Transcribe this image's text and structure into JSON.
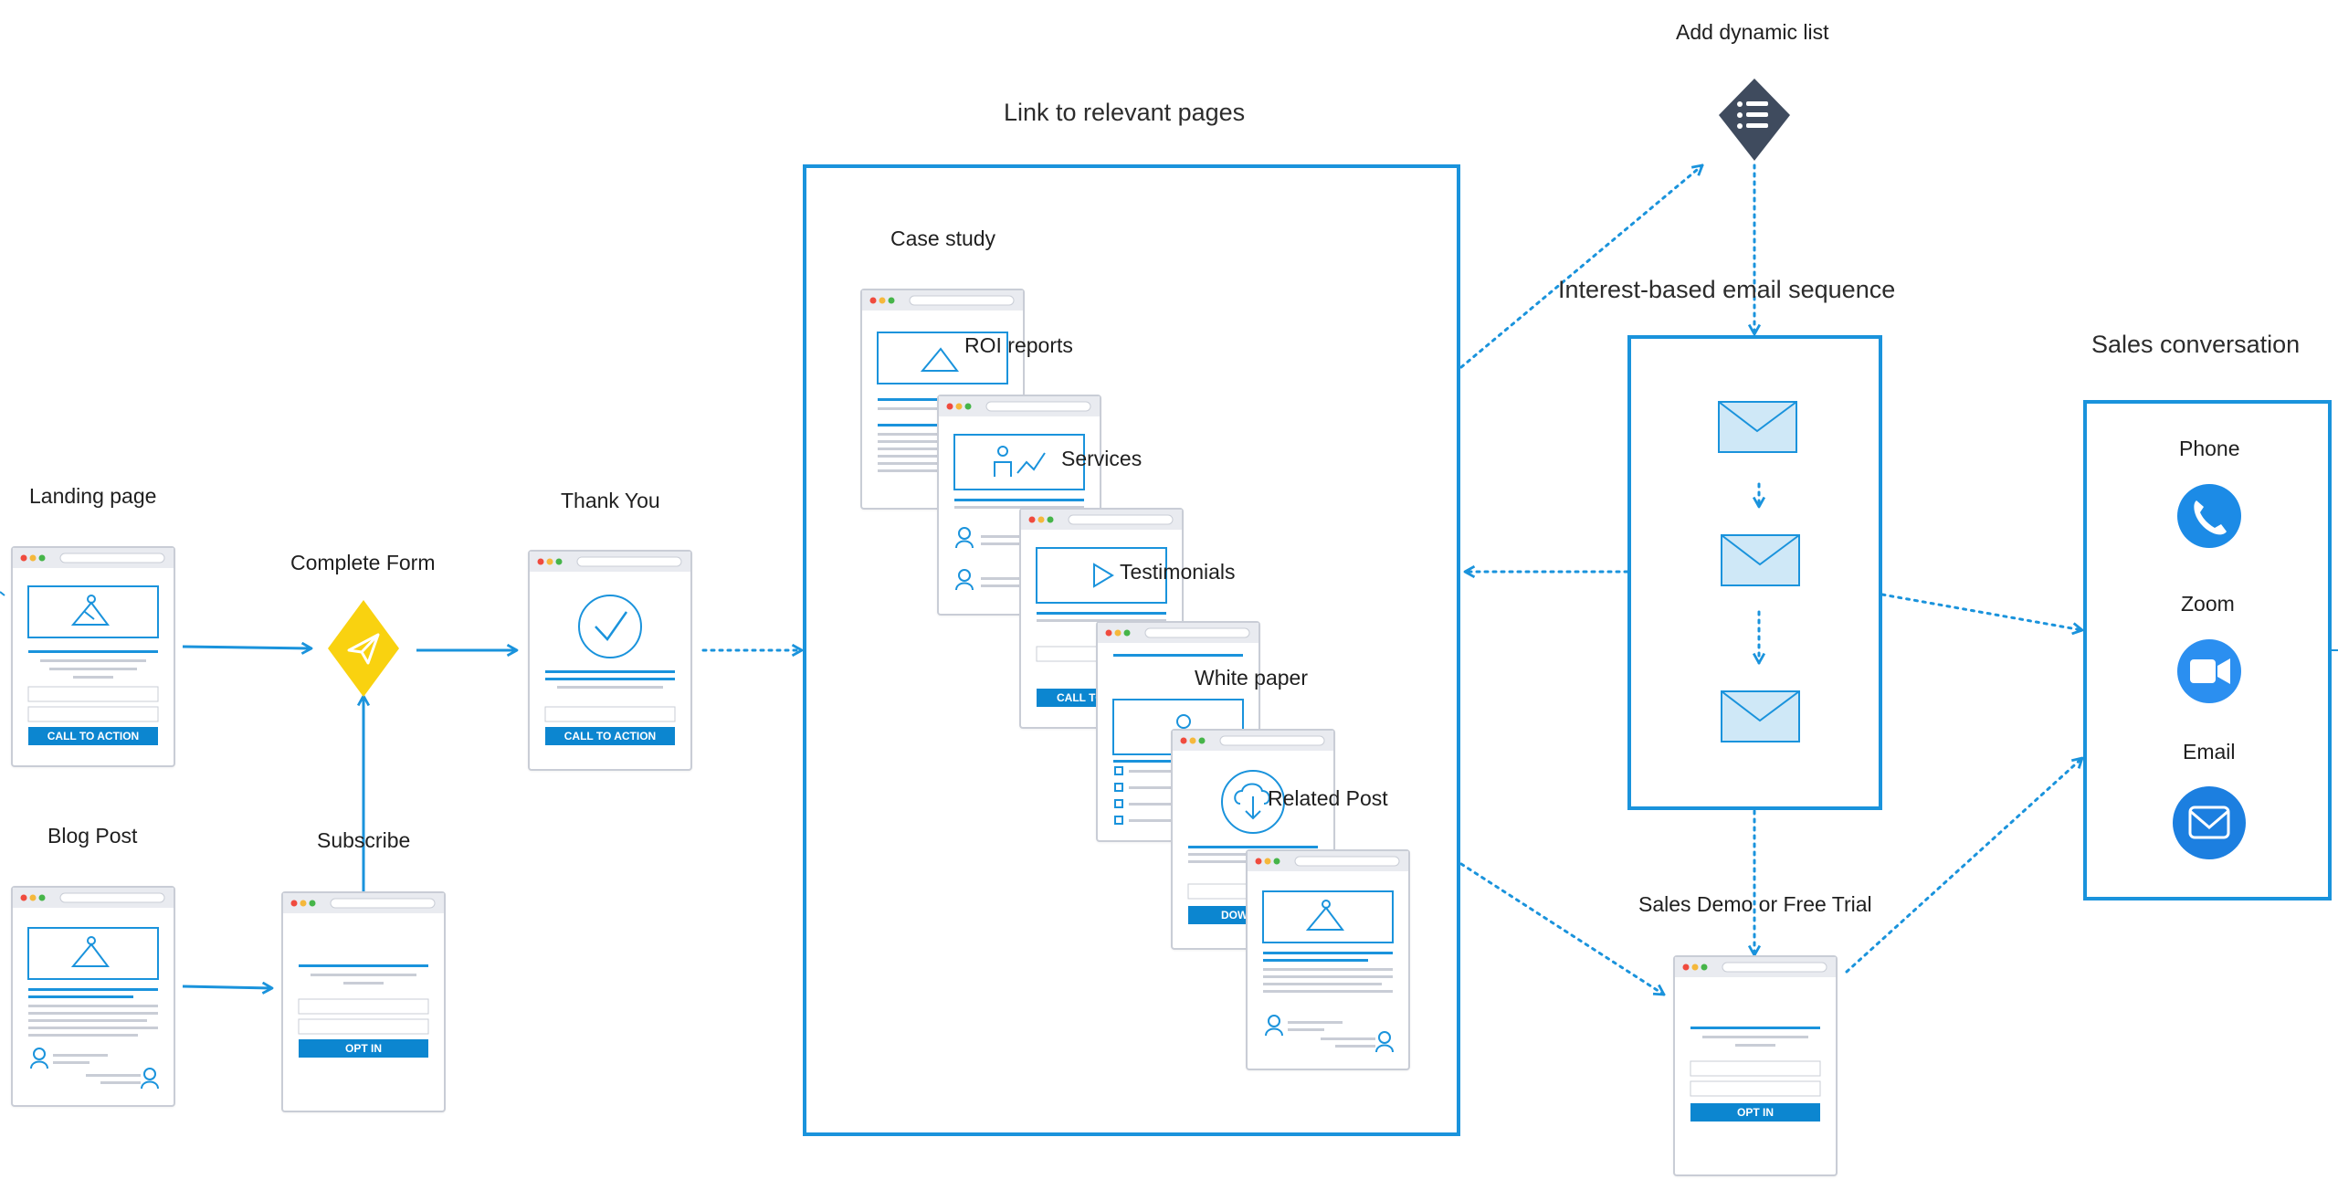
{
  "labels": {
    "add_dynamic_list": "Add dynamic list",
    "link_relevant": "Link to relevant pages",
    "interest_email": "Interest-based email sequence",
    "sales_conversation": "Sales conversation",
    "landing_page": "Landing page",
    "complete_form": "Complete Form",
    "thank_you": "Thank You",
    "blog_post": "Blog Post",
    "subscribe": "Subscribe",
    "case_study": "Case study",
    "roi_reports": "ROI reports",
    "services": "Services",
    "testimonials": "Testimonials",
    "white_paper": "White paper",
    "related_post": "Related Post",
    "sales_demo": "Sales Demo or Free Trial",
    "phone": "Phone",
    "zoom": "Zoom",
    "email": "Email"
  },
  "buttons": {
    "call_to_action": "CALL TO ACTION",
    "opt_in": "OPT IN",
    "call_to_partial": "CALL TO",
    "download_partial": "DOW"
  },
  "colors": {
    "primary": "#1a93dc",
    "button": "#0c86d0",
    "form_diamond": "#f9d210",
    "list_diamond": "#3f4b5e",
    "envelope_fill": "#cfe8f7",
    "channel_circle": "#1c8be6"
  },
  "icons": {
    "form": "paper-plane-icon",
    "list": "list-icon",
    "phone": "phone-icon",
    "zoom": "video-camera-icon",
    "email": "envelope-icon"
  }
}
